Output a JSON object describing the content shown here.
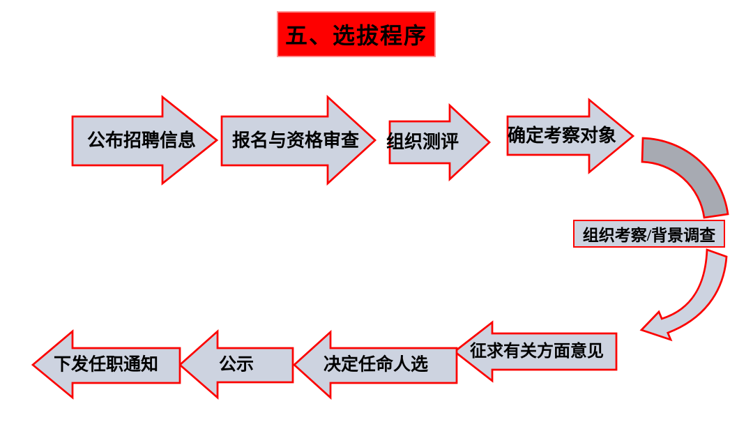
{
  "title": {
    "text": "五、选拔程序"
  },
  "colors": {
    "title_bg": "#fe0000",
    "arrow_fill": "#cdd3e0",
    "arrow_stroke": "#fb0200",
    "curve_dark_fill": "#a7aab2",
    "text": "#000000",
    "background": "#ffffff"
  },
  "flow": {
    "top_row": [
      {
        "step": 1,
        "label": "公布招聘信息"
      },
      {
        "step": 2,
        "label": "报名与资格审查"
      },
      {
        "step": 3,
        "label": "组织测评"
      },
      {
        "step": 4,
        "label": "确定考察对象"
      }
    ],
    "middle": {
      "step": 5,
      "label": "组织考察/背景调查"
    },
    "bottom_row": [
      {
        "step": 6,
        "label": "征求有关方面意见"
      },
      {
        "step": 7,
        "label": "决定任命人选"
      },
      {
        "step": 8,
        "label": "公示"
      },
      {
        "step": 9,
        "label": "下发任职通知"
      }
    ]
  }
}
